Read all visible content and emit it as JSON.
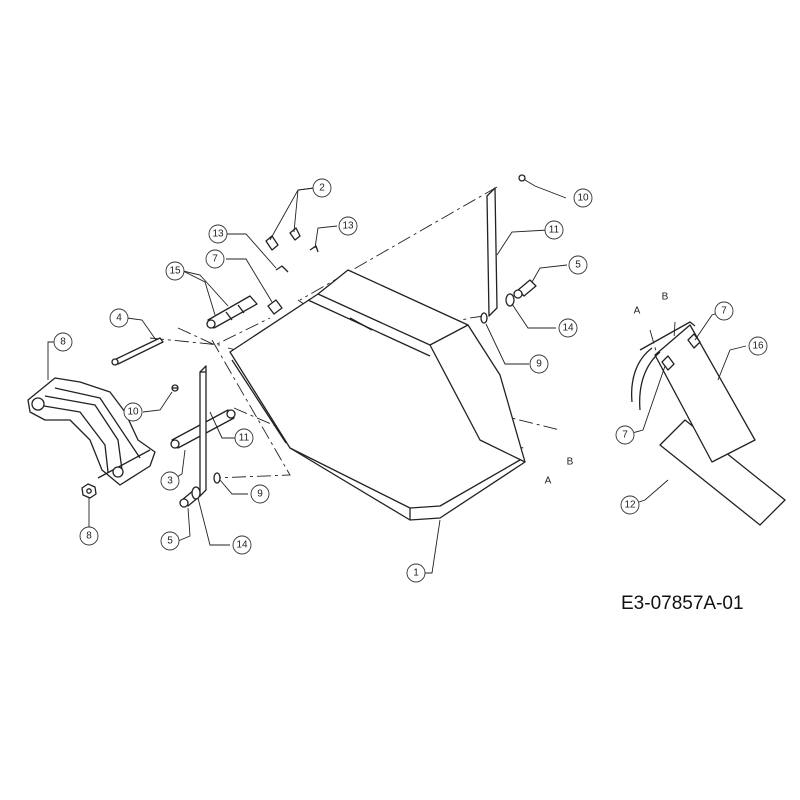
{
  "drawing_code": "E3-07857A-01",
  "highlight_color": "#e8c23a",
  "callouts": [
    {
      "label": "1"
    },
    {
      "label": "2"
    },
    {
      "label": "3"
    },
    {
      "label": "4"
    },
    {
      "label": "5"
    },
    {
      "label": "5"
    },
    {
      "label": "7"
    },
    {
      "label": "7"
    },
    {
      "label": "7"
    },
    {
      "label": "8",
      "highlighted": true
    },
    {
      "label": "8"
    },
    {
      "label": "9"
    },
    {
      "label": "9"
    },
    {
      "label": "10"
    },
    {
      "label": "10"
    },
    {
      "label": "11"
    },
    {
      "label": "11"
    },
    {
      "label": "12"
    },
    {
      "label": "13"
    },
    {
      "label": "13"
    },
    {
      "label": "14"
    },
    {
      "label": "14"
    },
    {
      "label": "15"
    },
    {
      "label": "16"
    }
  ],
  "section_letters": [
    {
      "label": "A"
    },
    {
      "label": "B"
    },
    {
      "label": "A"
    },
    {
      "label": "B"
    }
  ]
}
